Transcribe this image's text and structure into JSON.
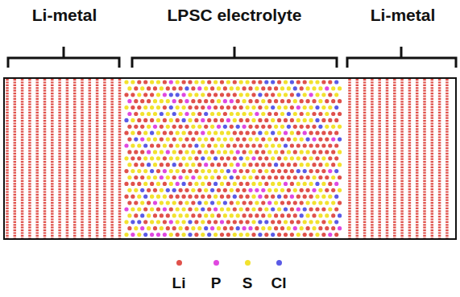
{
  "diagram": {
    "labels": [
      "Li-metal",
      "LPSC electrolyte",
      "Li-metal"
    ],
    "legend": [
      {
        "text": "Li",
        "color": "#e0514b"
      },
      {
        "text": "P",
        "color": "#e048e0"
      },
      {
        "text": "S",
        "color": "#f2e22e"
      },
      {
        "text": "Cl",
        "color": "#5a5ae6"
      }
    ]
  }
}
